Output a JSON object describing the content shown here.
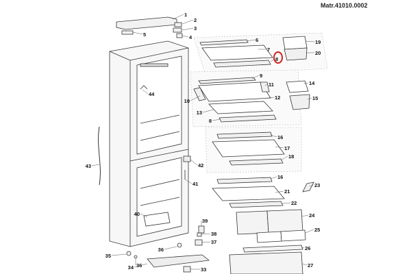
{
  "header": {
    "matr": "Matr.41010.0002"
  },
  "highlight": {
    "part": "8",
    "color": "#d42020"
  },
  "parts": [
    {
      "num": "1"
    },
    {
      "num": "2"
    },
    {
      "num": "3"
    },
    {
      "num": "4"
    },
    {
      "num": "5"
    },
    {
      "num": "6"
    },
    {
      "num": "7"
    },
    {
      "num": "8"
    },
    {
      "num": "19"
    },
    {
      "num": "20"
    },
    {
      "num": "9"
    },
    {
      "num": "11"
    },
    {
      "num": "10"
    },
    {
      "num": "12"
    },
    {
      "num": "13"
    },
    {
      "num": "8"
    },
    {
      "num": "14"
    },
    {
      "num": "15"
    },
    {
      "num": "16"
    },
    {
      "num": "17"
    },
    {
      "num": "18"
    },
    {
      "num": "16"
    },
    {
      "num": "21"
    },
    {
      "num": "22"
    },
    {
      "num": "23"
    },
    {
      "num": "24"
    },
    {
      "num": "25"
    },
    {
      "num": "26"
    },
    {
      "num": "27"
    },
    {
      "num": "44"
    },
    {
      "num": "43"
    },
    {
      "num": "42"
    },
    {
      "num": "41"
    },
    {
      "num": "40"
    },
    {
      "num": "39"
    },
    {
      "num": "38"
    },
    {
      "num": "37"
    },
    {
      "num": "36"
    },
    {
      "num": "35"
    },
    {
      "num": "36"
    },
    {
      "num": "34"
    },
    {
      "num": "33"
    }
  ]
}
